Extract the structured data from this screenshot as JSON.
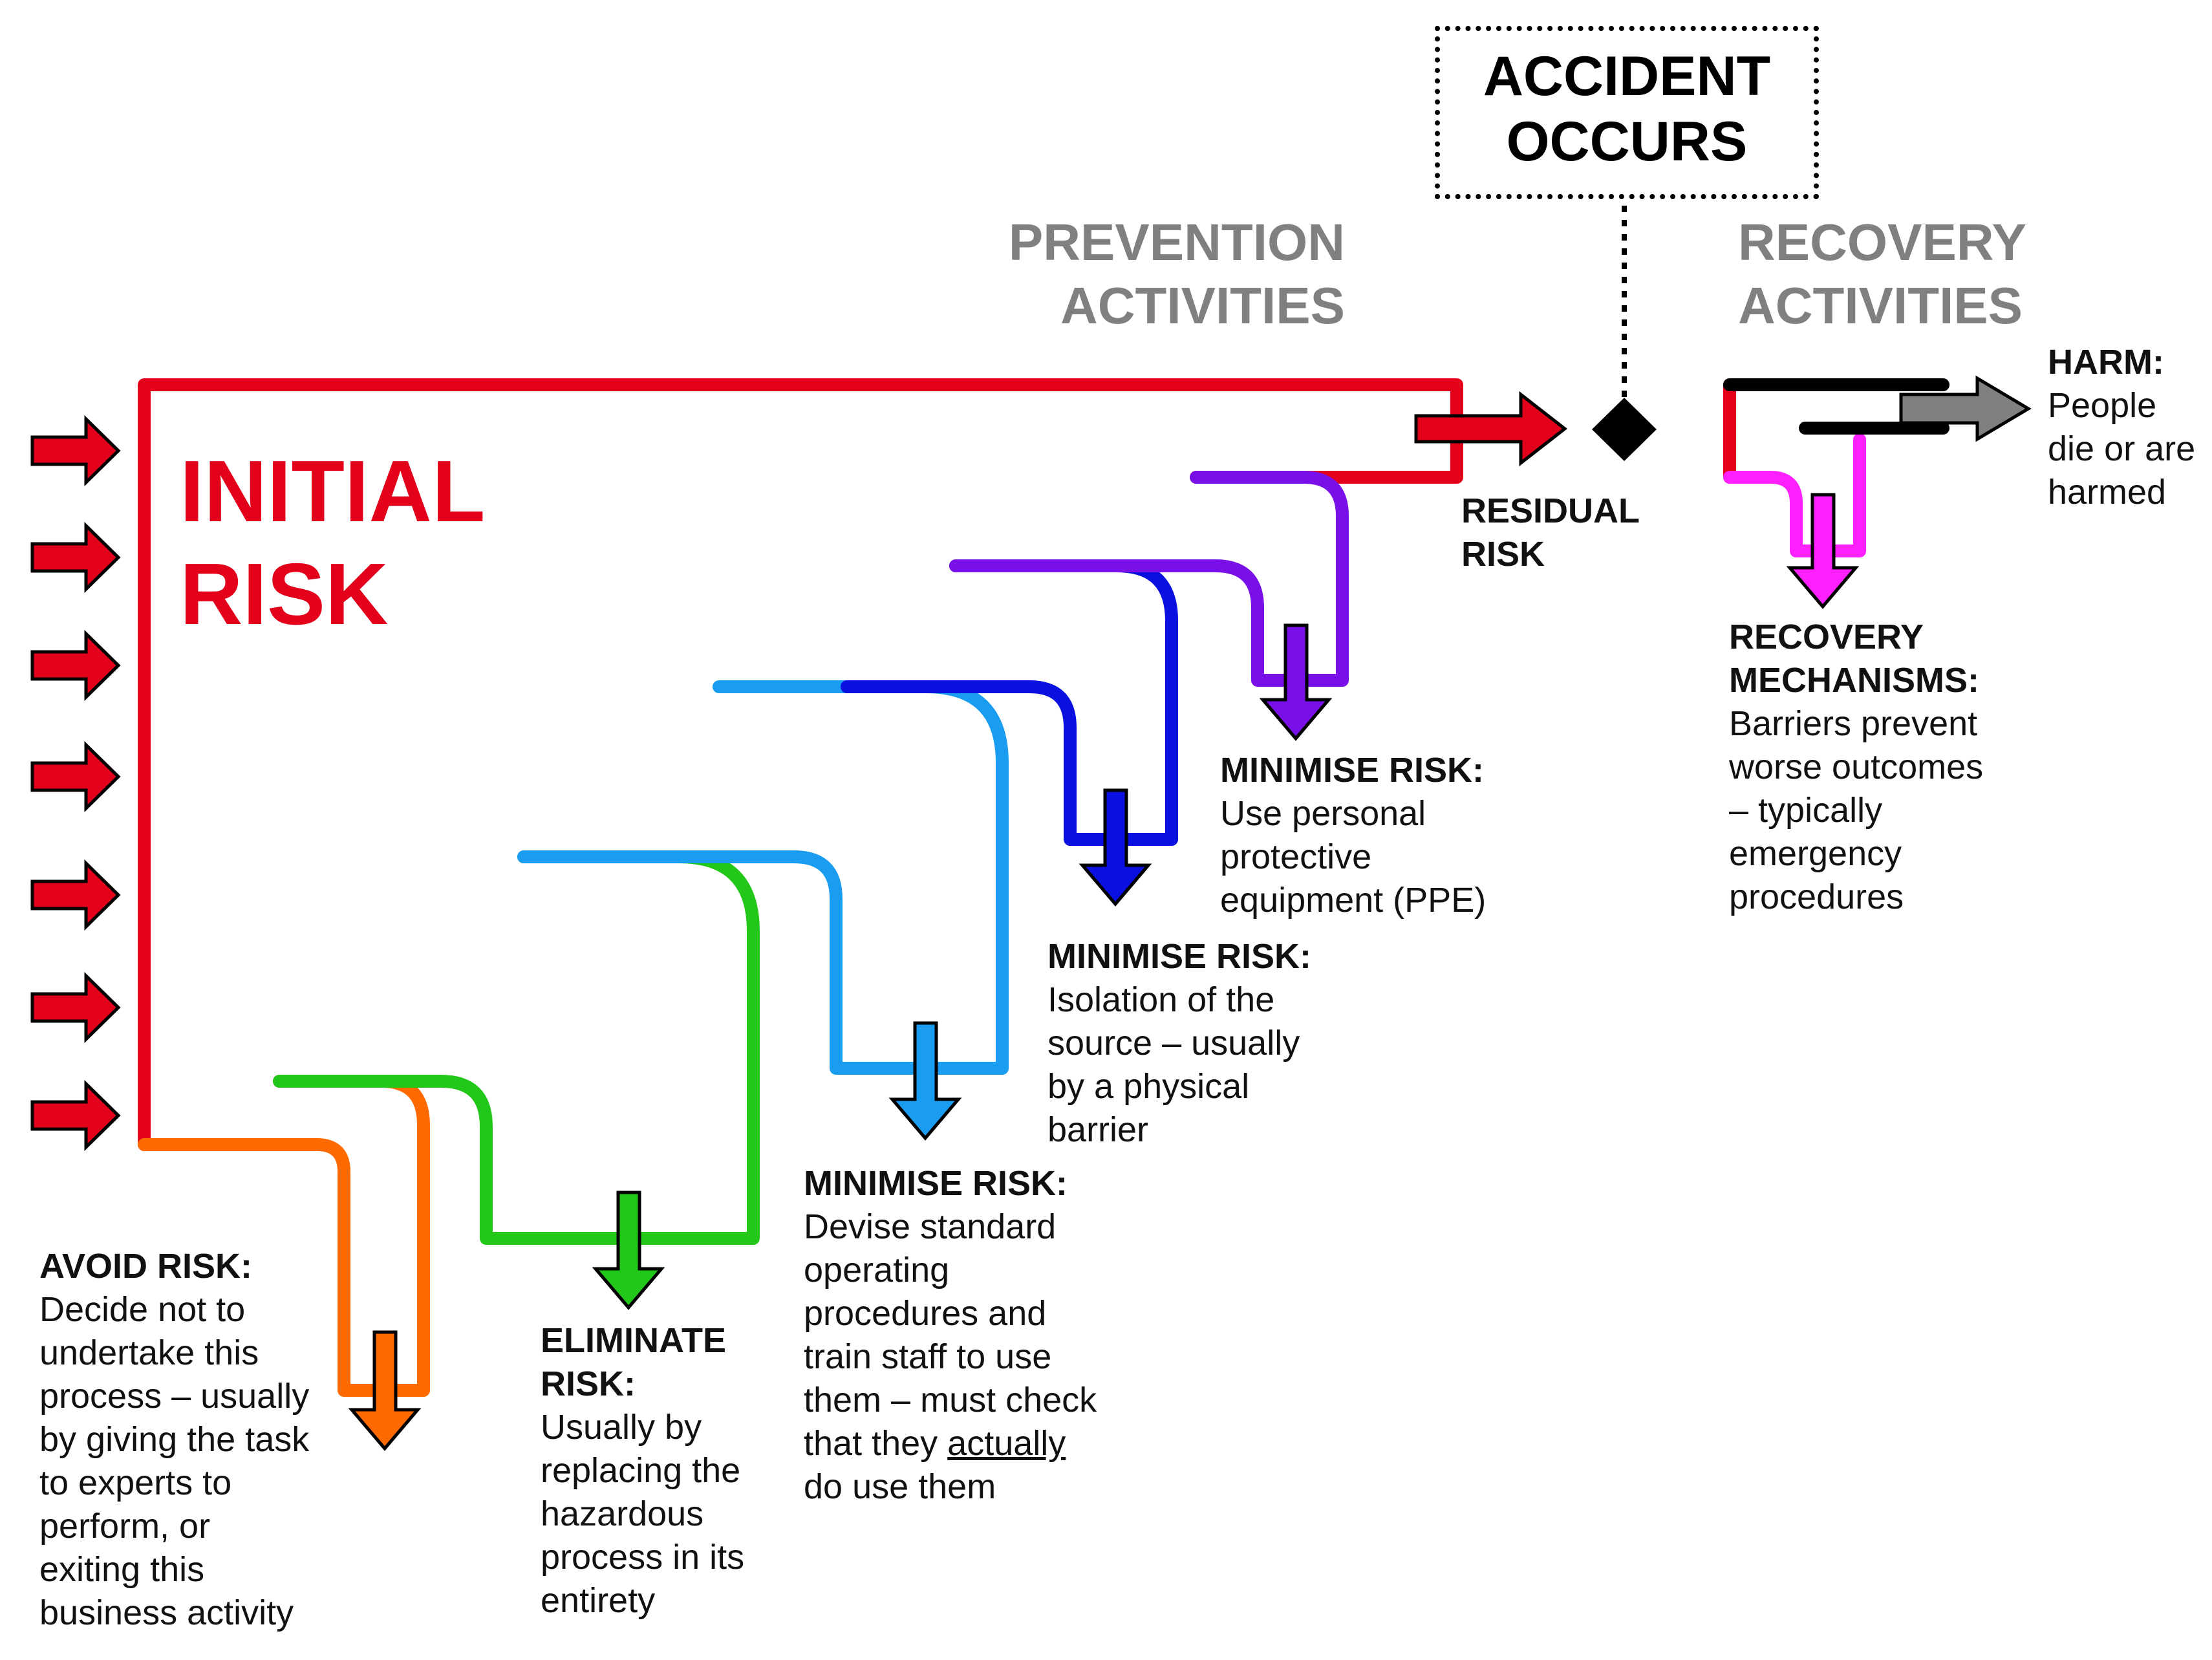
{
  "title": {
    "initial_risk_1": "INITIAL",
    "initial_risk_2": "RISK",
    "prevention_1": "PREVENTION",
    "prevention_2": "ACTIVITIES",
    "recovery_1": "RECOVERY",
    "recovery_2": "ACTIVITIES",
    "accident_1": "ACCIDENT",
    "accident_2": "OCCURS"
  },
  "residual": {
    "line1": "RESIDUAL",
    "line2": "RISK"
  },
  "harm": {
    "head": "HARM:",
    "lines": [
      "People",
      "die or are",
      "harmed"
    ]
  },
  "recovery_mechanisms": {
    "head1": "RECOVERY",
    "head2": "MECHANISMS:",
    "lines": [
      "Barriers prevent",
      "worse outcomes",
      "– typically",
      "emergency",
      "procedures"
    ]
  },
  "ppe": {
    "head": "MINIMISE RISK:",
    "lines": [
      "Use personal",
      "protective",
      "equipment (PPE)"
    ]
  },
  "isolation": {
    "head": "MINIMISE RISK:",
    "lines": [
      "Isolation of the",
      "source – usually",
      "by a physical",
      "barrier"
    ]
  },
  "sop": {
    "head": "MINIMISE RISK:",
    "lines": [
      "Devise standard",
      "operating",
      "procedures and",
      "train staff to use",
      "them – must check"
    ],
    "line6_pre": "that they ",
    "line6_u": "actually",
    "line7": "do use them"
  },
  "eliminate": {
    "head1": "ELIMINATE",
    "head2": "RISK:",
    "lines": [
      "Usually by",
      "replacing the",
      "hazardous",
      "process in its",
      "entirety"
    ]
  },
  "avoid": {
    "head": "AVOID RISK:",
    "lines": [
      "Decide not to",
      "undertake this",
      "process – usually",
      "by giving the task",
      "to experts to",
      "perform, or",
      "exiting this",
      "business activity"
    ]
  },
  "colors": {
    "red": "#e3001b",
    "orange": "#ff6a00",
    "green": "#22c71a",
    "lightblue": "#1a9cf0",
    "blue": "#0a10e0",
    "purple": "#7a10e8",
    "magenta": "#ff20ff",
    "black": "#000000",
    "grey": "#808080"
  }
}
